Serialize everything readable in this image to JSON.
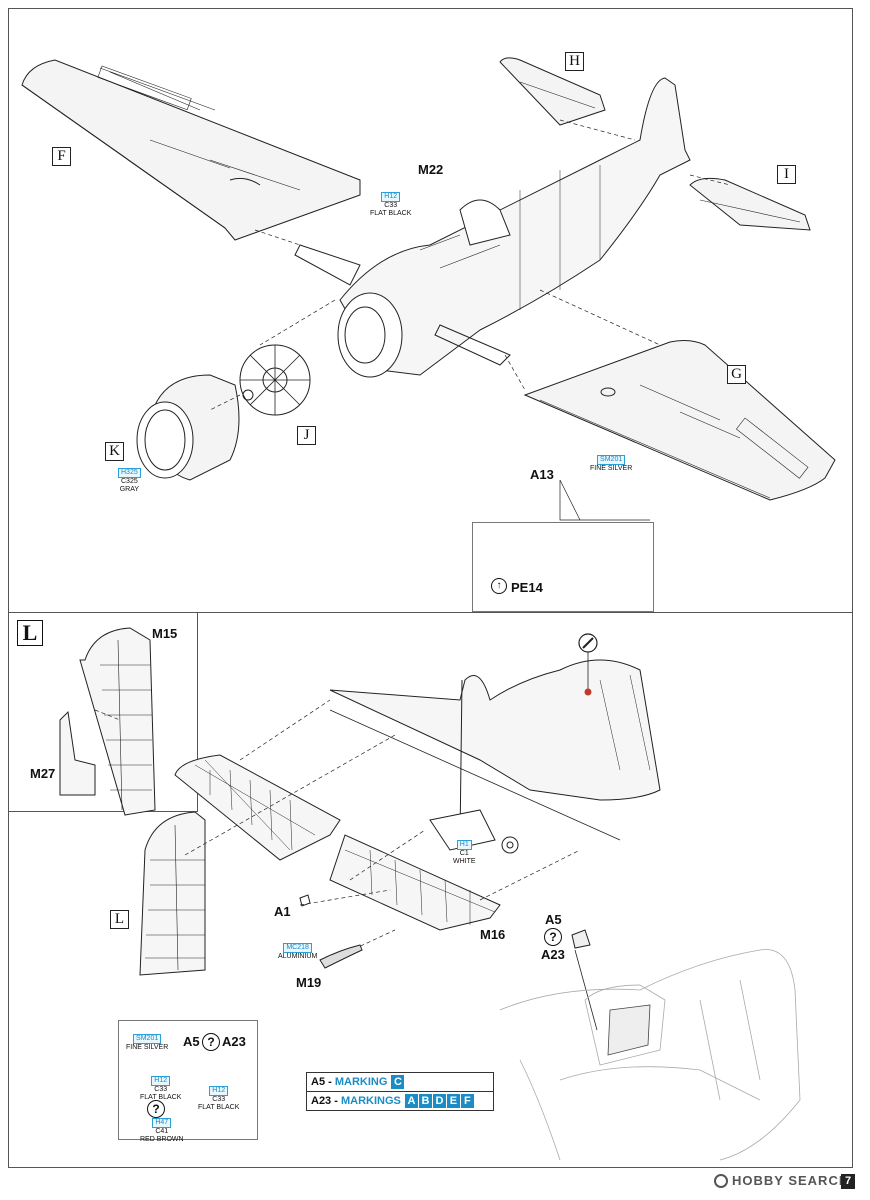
{
  "step_letter": "L",
  "callout_letters": {
    "F": "F",
    "H": "H",
    "I": "I",
    "G": "G",
    "J": "J",
    "K": "K",
    "L": "L"
  },
  "parts": {
    "m22": "M22",
    "a13": "A13",
    "pe14": "PE14",
    "m15": "M15",
    "m27": "M27",
    "a1": "A1",
    "m16": "M16",
    "m19": "M19",
    "a5": "A5",
    "a23": "A23",
    "inset_a5": "A5",
    "inset_a23": "A23"
  },
  "paints": {
    "m22": {
      "h": "H12",
      "c": "C33",
      "name": "FLAT BLACK"
    },
    "cowl": {
      "h": "H325",
      "c": "C325",
      "name": "GRAY"
    },
    "a13": {
      "h": "SM201",
      "name": "FINE SILVER"
    },
    "wheel": {
      "h": "H1",
      "c": "C1",
      "name": "WHITE"
    },
    "m19": {
      "h": "MC218",
      "name": "ALUMINIUM"
    },
    "inset_silver": {
      "h": "SM201",
      "name": "FINE SILVER"
    },
    "inset_black_left": {
      "h": "H12",
      "c": "C33",
      "name": "FLAT BLACK"
    },
    "inset_black_right": {
      "h": "H12",
      "c": "C33",
      "name": "FLAT BLACK"
    },
    "inset_brown": {
      "h": "H47",
      "c": "C41",
      "name": "RED BROWN"
    }
  },
  "legend": {
    "row1_part": "A5 - ",
    "row1_kw": "MARKING",
    "row1_marks": [
      "C"
    ],
    "row2_part": "A23 - ",
    "row2_kw": "MARKINGS",
    "row2_marks": [
      "A",
      "B",
      "D",
      "E",
      "F"
    ]
  },
  "icons": {
    "pe": "arrow-up-icon",
    "question": "question-icon",
    "brush": "brush-icon"
  },
  "question_mark": "?",
  "page_number": "7",
  "watermark": "HOBBY SEARCH",
  "colors": {
    "paint_code": "#1b8cc4",
    "line": "#222222",
    "tint": "#e8f6fd"
  }
}
